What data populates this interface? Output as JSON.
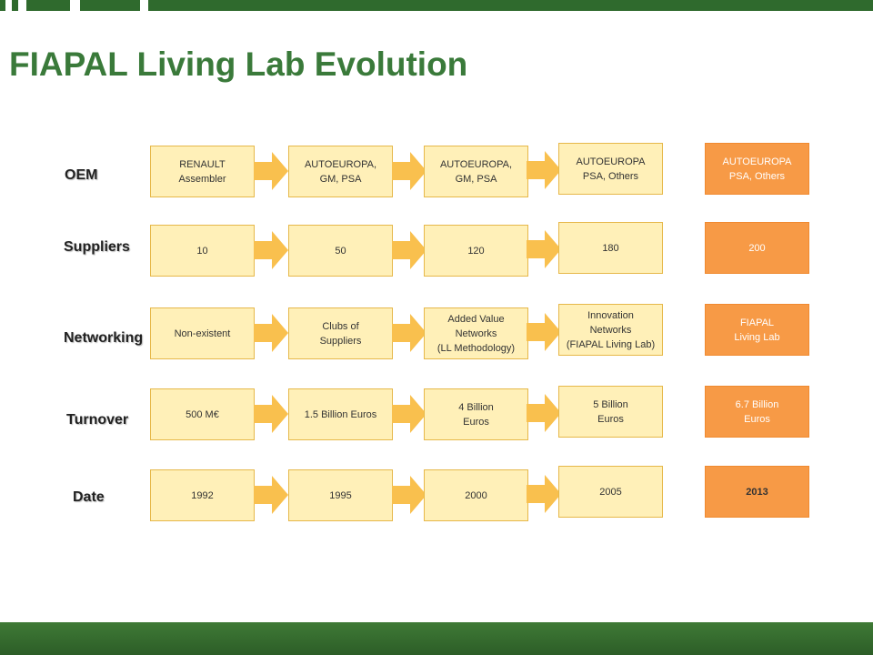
{
  "title": "FIAPAL Living Lab Evolution",
  "rows": [
    {
      "label": "OEM",
      "steps": [
        "RENAULT\nAssembler",
        "AUTOEUROPA,\nGM, PSA",
        "AUTOEUROPA,\nGM, PSA",
        "AUTOEUROPA\nPSA, Others"
      ],
      "final": "AUTOEUROPA\nPSA, Others"
    },
    {
      "label": "Suppliers",
      "steps": [
        "10",
        "50",
        "120",
        "180"
      ],
      "final": "200"
    },
    {
      "label": "Networking",
      "steps": [
        "Non-existent",
        "Clubs of\nSuppliers",
        "Added Value\nNetworks\n(LL Methodology)",
        "Innovation\nNetworks\n(FIAPAL Living Lab)"
      ],
      "final": "FIAPAL\nLiving Lab"
    },
    {
      "label": "Turnover",
      "steps": [
        "500 M€",
        "1.5 Billion Euros",
        "4 Billion\nEuros",
        "5 Billion\nEuros"
      ],
      "final": "6.7 Billion\nEuros"
    },
    {
      "label": "Date",
      "steps": [
        "1992",
        "1995",
        "2000",
        "2005"
      ],
      "final": "2013"
    }
  ],
  "colors": {
    "title": "#3a7a3a",
    "step_fill": "#fff0b8",
    "step_border": "#e6b84a",
    "arrow": "#f9c04e",
    "final_fill": "#f79a46",
    "bar_green": "#2f6a2d"
  }
}
